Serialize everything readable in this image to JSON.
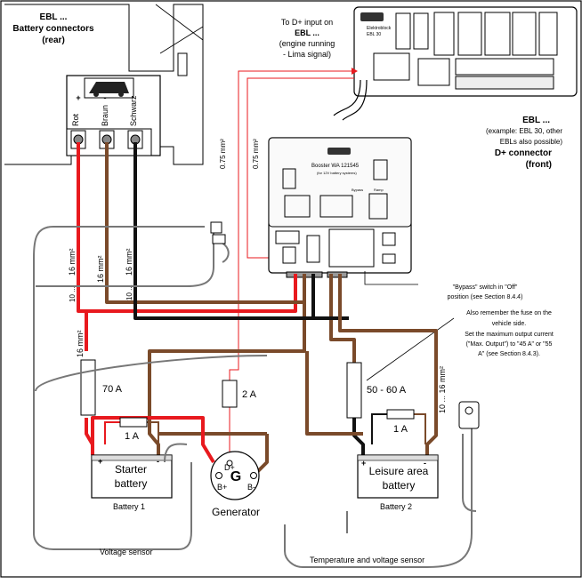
{
  "ebl_rear": {
    "title": "EBL ...",
    "line2": "Battery connectors",
    "line3": "(rear)"
  },
  "terminal_labels": {
    "red": "Rot",
    "brown": "Braun",
    "black": "Schwarz"
  },
  "d_plus_note": {
    "line1": "To D+ input on",
    "line2": "EBL ...",
    "line3": "(engine running",
    "line4": "- Lima signal)"
  },
  "ebl_front": {
    "title": "EBL ...",
    "example1": "(example: EBL 30, other",
    "example2": "EBLs also possible)",
    "line3": "D+ connector",
    "line4": "(front)"
  },
  "ebl_panel": {
    "brand": "Elektroblock",
    "model": "EBL 30"
  },
  "booster": {
    "name": "Booster WA 121545",
    "sub": "(for 12V battery systems)",
    "bypass_label": "Bypass",
    "ramp_label": "Ramp"
  },
  "wire_labels": {
    "d_plus_left": "0.75 mm²",
    "d_plus_right": "0.75 mm²",
    "ebl_red": "16 mm²",
    "ebl_brown": "16 mm²",
    "ebl_black": "16 mm²",
    "starter": "16 mm²",
    "leisure": "10 ... 16 mm²",
    "ten_a": "10 ..."
  },
  "fuses": {
    "starter_fuse": "70 A",
    "starter_small": "1 A",
    "generator_fuse": "2 A",
    "leisure_fuse": "50 - 60 A",
    "leisure_small": "1 A"
  },
  "bypass_note": {
    "line1": "\"Bypass\" switch in \"Off\"",
    "line2": "position (see Section 8.4.4)"
  },
  "fuse_note": {
    "line1": "Also remember the fuse on the",
    "line2": "vehicle side.",
    "line3": "Set the maximum output current",
    "line4": "(\"Max. Output\") to \"45 A\" or \"55",
    "line5": "A\" (see Section 8.4.3)."
  },
  "starter_battery": {
    "label1": "Starter",
    "label2": "battery",
    "caption": "Battery 1",
    "plus": "+",
    "minus": "-"
  },
  "leisure_battery": {
    "label1": "Leisure area",
    "label2": "battery",
    "caption": "Battery 2",
    "plus": "+",
    "minus": "-"
  },
  "generator": {
    "letter": "G",
    "d_plus": "D+",
    "b_plus": "B+",
    "b_minus": "B-",
    "caption": "Generator"
  },
  "sensors": {
    "voltage": "Voltage sensor",
    "temp_voltage": "Temperature and voltage sensor"
  },
  "colors": {
    "red": "#e8191e",
    "brown": "#7a4a2a",
    "black": "#111111",
    "grey": "#777777"
  }
}
